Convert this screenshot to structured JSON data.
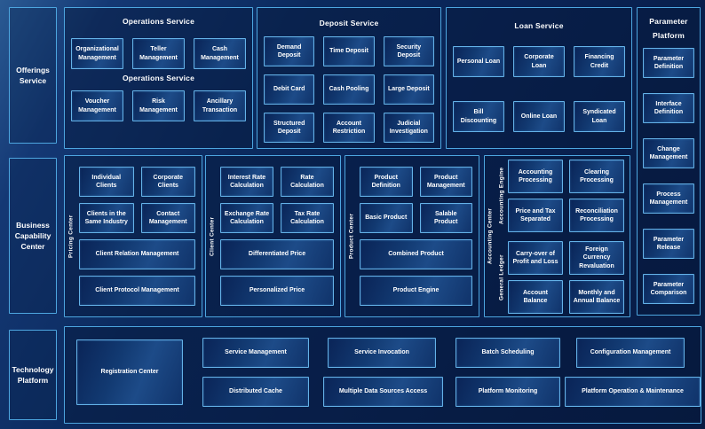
{
  "bands": {
    "offerings_label": "Offerings Service",
    "business_label": "Business Capability Center",
    "technology_label": "Technology Platform"
  },
  "operations": {
    "title": "Operations Service",
    "subtitle": "Operations Service",
    "row1": [
      "Organizational Management",
      "Teller Management",
      "Cash Management"
    ],
    "row2": [
      "Voucher Management",
      "Risk Management",
      "Ancillary Transaction"
    ]
  },
  "deposit": {
    "title": "Deposit Service",
    "row1": [
      "Demand Deposit",
      "Time Deposit",
      "Security Deposit"
    ],
    "row2": [
      "Debit Card",
      "Cash Pooling",
      "Large Deposit"
    ],
    "row3": [
      "Structured Deposit",
      "Account Restriction",
      "Judicial Investigation"
    ]
  },
  "loan": {
    "title": "Loan Service",
    "row1": [
      "Personal Loan",
      "Corporate Loan",
      "Financing Credit"
    ],
    "row2": [
      "Bill Discounting",
      "Online Loan",
      "Syndicated Loan"
    ]
  },
  "parameter": {
    "title": "Parameter Platform",
    "items": [
      "Parameter Definition",
      "Interface Definition",
      "Change Management",
      "Process Management",
      "Parameter Release",
      "Parameter Comparison"
    ]
  },
  "pricing": {
    "vertical": "Pricing Center",
    "row1": [
      "Individual Clients",
      "Corporate Clients"
    ],
    "row2": [
      "Clients in the Same Industry",
      "Contact Management"
    ],
    "wide1": "Client Relation Management",
    "wide2": "Client Protocol Management"
  },
  "client": {
    "vertical": "Client Center",
    "row1": [
      "Interest Rate Calculation",
      "Rate Calculation"
    ],
    "row2": [
      "Exchange Rate Calculation",
      "Tax Rate Calculation"
    ],
    "wide1": "Differentiated Price",
    "wide2": "Personalized Price"
  },
  "product": {
    "vertical": "Product Center",
    "row1": [
      "Product Definition",
      "Product Management"
    ],
    "row2": [
      "Basic Product",
      "Salable Product"
    ],
    "wide1": "Combined Product",
    "wide2": "Product Engine"
  },
  "accounting": {
    "vertical": "Accounting Center",
    "engine": {
      "vertical": "Accounting Engine",
      "row1": [
        "Accounting Processing",
        "Clearing Processing"
      ],
      "row2": [
        "Price and Tax Separated",
        "Reconciliation Processing"
      ]
    },
    "ledger": {
      "vertical": "General Ledger",
      "row1": [
        "Carry-over of Profit and Loss",
        "Foreign Currency Revaluation"
      ],
      "row2": [
        "Account Balance",
        "Monthly and Annual Balance"
      ]
    }
  },
  "technology": {
    "registration": "Registration Center",
    "row1": [
      "Service Management",
      "Service Invocation",
      "Batch Scheduling",
      "Configuration Management"
    ],
    "row2": [
      "Distributed Cache",
      "Multiple Data Sources Access",
      "Platform Monitoring",
      "Platform Operation & Maintenance"
    ]
  },
  "colors": {
    "panel_border": "#4da6e0",
    "box_border": "#64b2e8",
    "background": "#0a2456",
    "text": "#ffffff"
  }
}
